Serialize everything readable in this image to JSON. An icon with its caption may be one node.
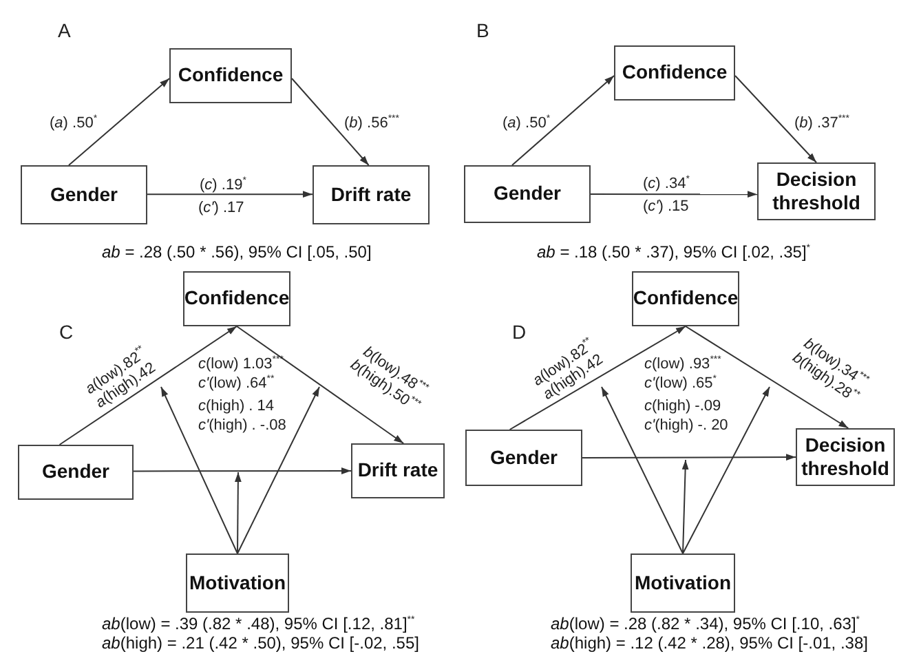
{
  "diagram": {
    "nodes": [
      {
        "text": [
          "Confidence"
        ]
      },
      {
        "text": [
          "Gender"
        ]
      },
      {
        "text": [
          "Drift rate"
        ]
      },
      {
        "text": [
          "Confidence"
        ]
      },
      {
        "text": [
          "Gender"
        ]
      },
      {
        "text": [
          "Decision threshold"
        ]
      },
      {
        "text": [
          "Confidence"
        ]
      },
      {
        "text": [
          "Gender"
        ]
      },
      {
        "text": [
          "Drift rate"
        ]
      },
      {
        "text": [
          "Motivation"
        ]
      },
      {
        "text": [
          "Confidence"
        ]
      },
      {
        "text": [
          "Gender"
        ]
      },
      {
        "text": [
          "Decision threshold"
        ]
      },
      {
        "text": [
          "Motivation"
        ]
      }
    ],
    "edges": [
      {
        "from": 1,
        "to": 0,
        "arrow": "to",
        "label": "(*a*) .50$^{*}$"
      },
      {
        "from": 0,
        "to": 2,
        "arrow": "to",
        "label": "(*b*) .56$^{***}$"
      },
      {
        "from": 1,
        "to": 2,
        "arrow": "to",
        "label": "(*c*)  .19$^{*}$"
      },
      {
        "from": 4,
        "to": 3,
        "arrow": "to",
        "label": "(*a*) .50$^{*}$"
      },
      {
        "from": 3,
        "to": 5,
        "arrow": "to",
        "label": "(*b*) .37$^{***}$"
      },
      {
        "from": 4,
        "to": 5,
        "arrow": "to",
        "label": "(*c*) .34$^{*}$"
      },
      {
        "from": 7,
        "to": 6,
        "arrow": "to",
        "label": "*a*(low).82$^{**}$ *a*(high).42"
      },
      {
        "from": 6,
        "to": 8,
        "arrow": "to",
        "label": "*b*(low).48$^{***}$ *b*(high).50$^{***}$"
      },
      {
        "from": 7,
        "to": 8,
        "arrow": "to"
      },
      {
        "from": 9,
        "to": null,
        "arrow": "to"
      },
      {
        "from": 9,
        "to": null,
        "arrow": "to"
      },
      {
        "from": 9,
        "to": null,
        "arrow": "to"
      },
      {
        "from": 11,
        "to": 10,
        "arrow": "to",
        "label": "*a*(low).82$^{**}$ *a*(high).42"
      },
      {
        "from": 10,
        "to": 12,
        "arrow": "to",
        "label": "*b*(low).34$^{***}$ *b*(high).28$^{**}$"
      },
      {
        "from": 11,
        "to": 12,
        "arrow": "to"
      },
      {
        "from": 13,
        "to": null,
        "arrow": "to"
      },
      {
        "from": 13,
        "to": null,
        "arrow": "to"
      },
      {
        "from": 13,
        "to": null,
        "arrow": "to"
      }
    ],
    "labels": [
      "A",
      "(*c'*) .17",
      "*ab* = .28 (.50 * .56), 95% CI [.05, .50]",
      "B",
      "(*c'*) .15",
      "*ab* = .18 (.50 * .37), 95% CI [.02, .35]$^{*}$",
      "C",
      "*c*(low) 1.03$^{***}$",
      "*c'*(low) .64$^{**}$",
      "*c*(high) . 14",
      "*c'*(high) . -.08",
      "*ab*(low) = .39 (.82 * .48), 95% CI [.12, .81]$^{**}$",
      "*ab*(high) = .21 (.42 * .50), 95% CI [-.02, .55]",
      "D",
      "*c*(low) .93$^{***}$",
      "*c'*(low) .65$^{*}$",
      "*c*(high) -.09",
      "*c'*(high) -. 20",
      "*ab*(low) = .28 (.82 * .34), 95% CI [.10, .63]$^{*}$",
      "*ab*(high) = .12 (.42 * .28), 95% CI [-.01, .38]"
    ]
  }
}
